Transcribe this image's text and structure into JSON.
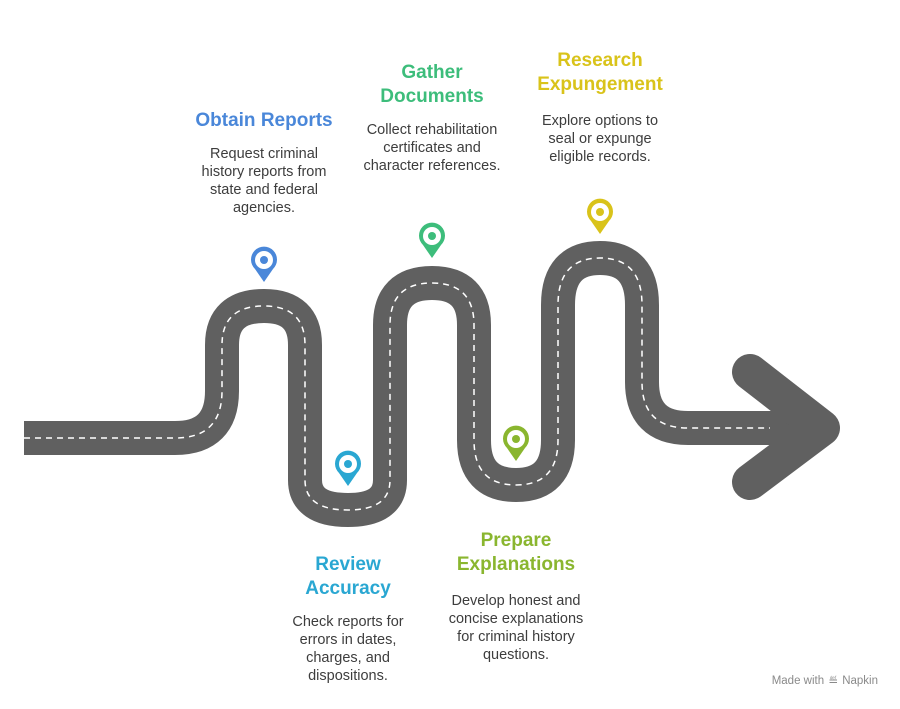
{
  "steps": [
    {
      "title": "Obtain Reports",
      "description": "Request criminal history reports from state and federal agencies.",
      "color": "#4a87d9"
    },
    {
      "title": "Review Accuracy",
      "description": "Check reports for errors in dates, charges, and dispositions.",
      "color": "#2aa7d2"
    },
    {
      "title": "Gather Documents",
      "description": "Collect rehabilitation certificates and character references.",
      "color": "#3dbd7b"
    },
    {
      "title": "Prepare Explanations",
      "description": "Develop honest and concise explanations for criminal history questions.",
      "color": "#8ab62f"
    },
    {
      "title": "Research Expungement",
      "description": "Explore options to seal or expunge eligible records.",
      "color": "#d9c31a"
    }
  ],
  "road_color": "#606060",
  "footer": {
    "made_with": "Made with",
    "brand": "Napkin"
  }
}
